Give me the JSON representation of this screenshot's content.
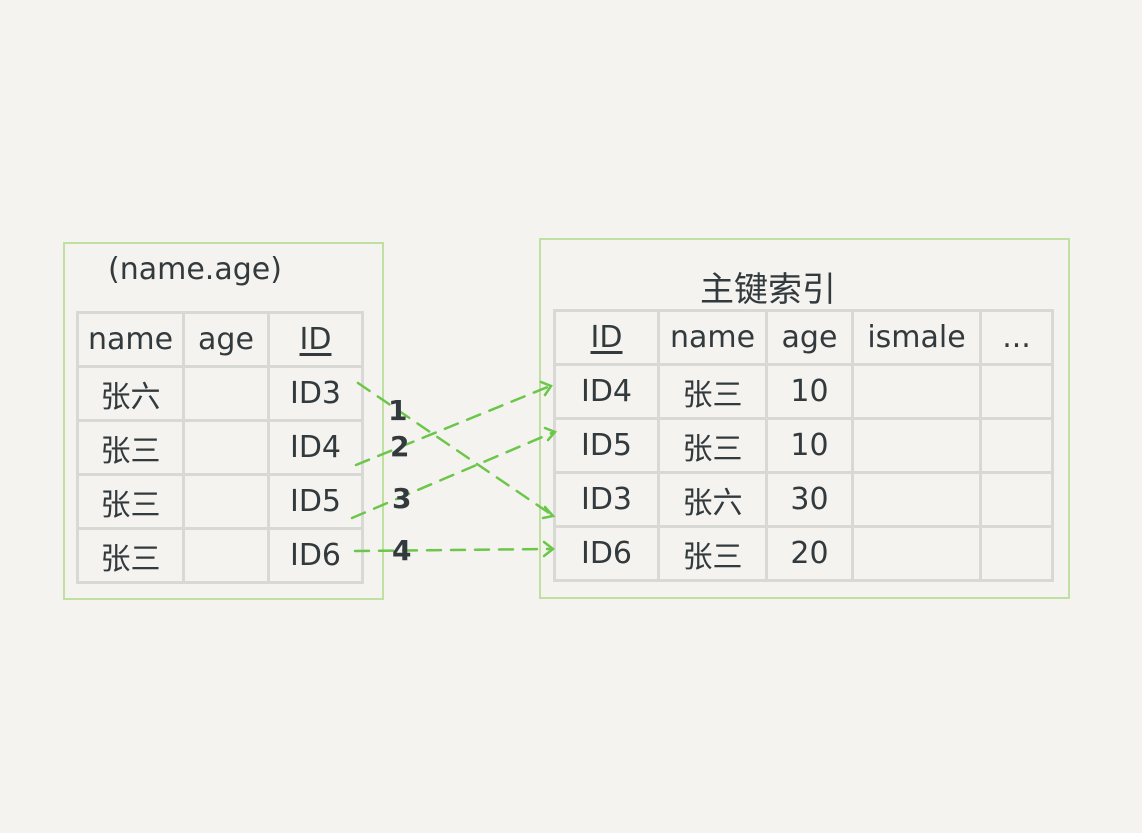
{
  "secondary_index": {
    "title": "(name.age)",
    "headers": [
      "name",
      "age",
      "ID"
    ],
    "rows": [
      {
        "name": "张六",
        "age": "",
        "id": "ID3"
      },
      {
        "name": "张三",
        "age": "",
        "id": "ID4"
      },
      {
        "name": "张三",
        "age": "",
        "id": "ID5"
      },
      {
        "name": "张三",
        "age": "",
        "id": "ID6"
      }
    ]
  },
  "primary_index": {
    "title": "主键索引",
    "headers": [
      "ID",
      "name",
      "age",
      "ismale",
      "..."
    ],
    "rows": [
      {
        "id": "ID4",
        "name": "张三",
        "age": "10",
        "ismale": "",
        "more": ""
      },
      {
        "id": "ID5",
        "name": "张三",
        "age": "10",
        "ismale": "",
        "more": ""
      },
      {
        "id": "ID3",
        "name": "张六",
        "age": "30",
        "ismale": "",
        "more": ""
      },
      {
        "id": "ID6",
        "name": "张三",
        "age": "20",
        "ismale": "",
        "more": ""
      }
    ]
  },
  "arrows": {
    "labels": [
      "1",
      "2",
      "3",
      "4"
    ],
    "color": "#6cc64a"
  }
}
